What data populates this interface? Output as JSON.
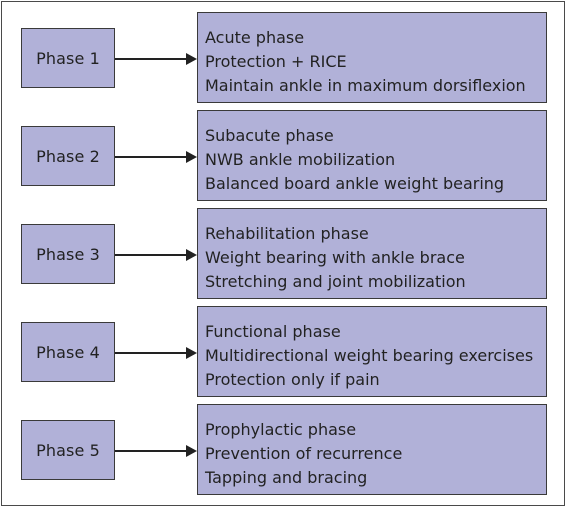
{
  "phases": [
    {
      "label": "Phase 1",
      "lines": [
        "Acute phase",
        "Protection + RICE",
        "Maintain ankle in maximum dorsiflexion"
      ]
    },
    {
      "label": "Phase 2",
      "lines": [
        "Subacute phase",
        "NWB ankle mobilization",
        "Balanced board ankle weight bearing"
      ]
    },
    {
      "label": "Phase 3",
      "lines": [
        "Rehabilitation phase",
        "Weight bearing with ankle brace",
        "Stretching and joint mobilization"
      ]
    },
    {
      "label": "Phase 4",
      "lines": [
        "Functional phase",
        "Multidirectional weight bearing exercises",
        "Protection only if pain"
      ]
    },
    {
      "label": "Phase 5",
      "lines": [
        "Prophylactic phase",
        "Prevention of recurrence",
        "Tapping and bracing"
      ]
    }
  ],
  "colors": {
    "box_fill": "#b1b1d8",
    "box_border": "#3a3a3a",
    "arrow": "#222222"
  }
}
